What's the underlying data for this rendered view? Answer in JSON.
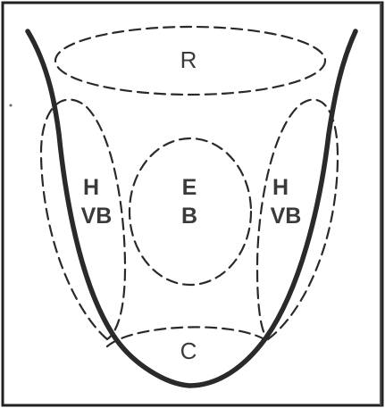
{
  "diagram": {
    "regions": {
      "top": {
        "label": "R"
      },
      "center": {
        "line1": "E",
        "line2": "B"
      },
      "left": {
        "line1": "H",
        "line2": "VB"
      },
      "right": {
        "line1": "H",
        "line2": "VB"
      },
      "bottom": {
        "label": "C"
      }
    },
    "colors": {
      "ink": "#2a2a2a",
      "frame": "#222222",
      "background": "#ffffff"
    }
  }
}
